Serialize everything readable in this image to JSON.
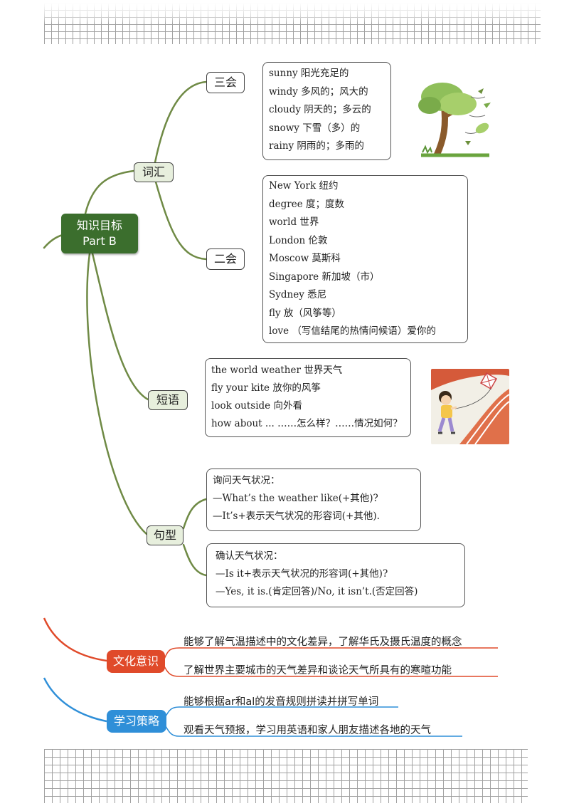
{
  "root": {
    "line1": "知识目标",
    "line2": "Part B"
  },
  "vocab": {
    "label": "词汇",
    "group1": {
      "label": "三会",
      "items": [
        "sunny 阳光充足的",
        "windy 多风的；风大的",
        "cloudy 阴天的；多云的",
        "snowy 下雪（多）的",
        "rainy 阴雨的；多雨的"
      ]
    },
    "group2": {
      "label": "二会",
      "items": [
        "New York 纽约",
        "degree 度；度数",
        "world 世界",
        "London 伦敦",
        "Moscow 莫斯科",
        "Singapore 新加坡（市）",
        "Sydney 悉尼",
        "fly 放（风筝等）",
        "love （写信结尾的热情问候语）爱你的"
      ]
    }
  },
  "phrases": {
    "label": "短语",
    "items": [
      "the world weather 世界天气",
      "fly your kite 放你的风筝",
      "look outside 向外看",
      "how about ... ……怎么样？……情况如何？"
    ]
  },
  "sentences": {
    "label": "句型",
    "box1": [
      "询问天气状况：",
      "—What’s the weather like(+其他)?",
      "—It’s+表示天气状况的形容词(+其他)."
    ],
    "box2": [
      "确认天气状况：",
      "—Is it+表示天气状况的形容词(+其他)?",
      "—Yes, it is.(肯定回答)/No, it isn’t.(否定回答)"
    ]
  },
  "culture": {
    "label": "文化意识",
    "items": [
      "能够了解气温描述中的文化差异，了解华氏及摄氏温度的概念",
      "了解世界主要城市的天气差异和谈论天气所具有的寒暄功能"
    ]
  },
  "strategy": {
    "label": "学习策略",
    "items": [
      "能够根据ar和al的发音规则拼读并拼写单词",
      "观看天气预报，学习用英语和家人朋友描述各地的天气"
    ]
  },
  "colors": {
    "root": "#3b6e2d",
    "branch": "#6f8a45",
    "culture": "#e04a2a",
    "strategy": "#2f8fd8"
  }
}
